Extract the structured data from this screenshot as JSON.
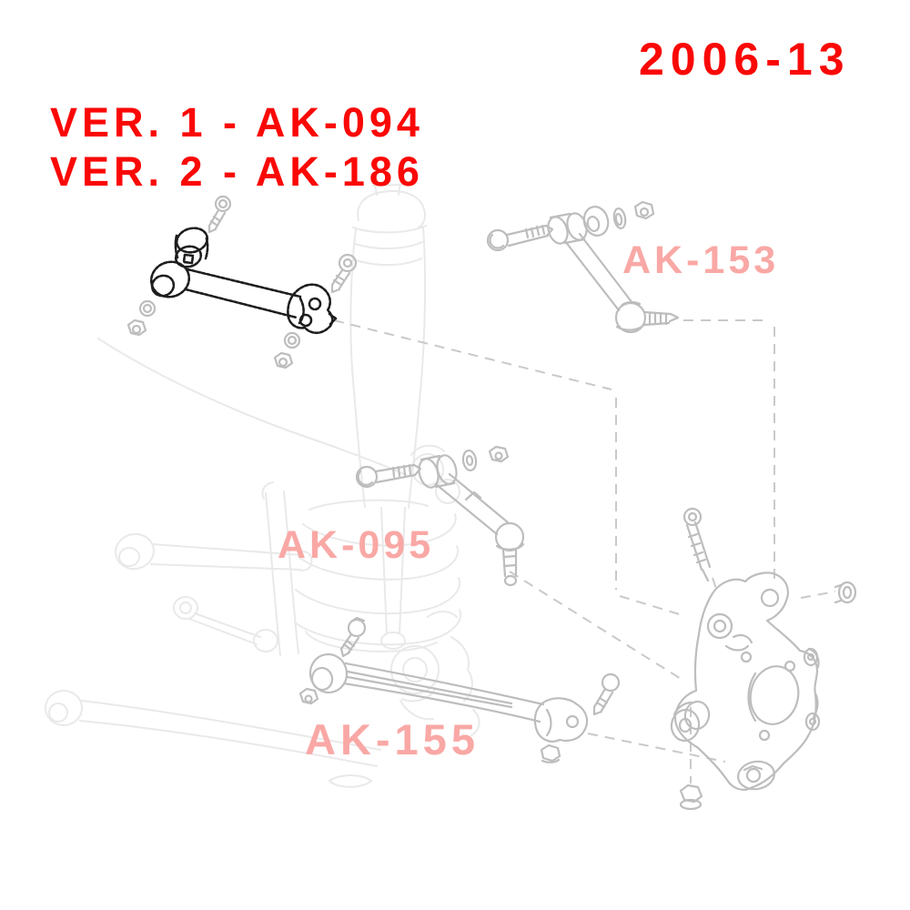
{
  "colors": {
    "bg": "#ffffff",
    "red": "#fa0806",
    "pink": "#f9a8a5",
    "ink": "#1d1d1d",
    "part": "#bdbdbd",
    "faint": "#e9e9e9",
    "dash": "#c9c9c9"
  },
  "labels": {
    "year": "2006-13",
    "ver1": "VER. 1 - AK-094",
    "ver2": "VER. 2 - AK-186",
    "ak153": "AK-153",
    "ak095": "AK-095",
    "ak155": "AK-155"
  },
  "diagram": {
    "kind": "exploded-rear-suspension-parts-diagram",
    "highlighted_part": {
      "name": "adjustable-rear-upper-control-arm",
      "codes": [
        "AK-094",
        "AK-186"
      ],
      "style": "dark-stippled-outline"
    },
    "labeled_parts": [
      {
        "name": "rear-upper-lateral-arm",
        "label": "AK-153",
        "style": "light-gray-outline"
      },
      {
        "name": "rear-mid-lateral-arm",
        "label": "AK-095",
        "style": "light-gray-outline"
      },
      {
        "name": "rear-trailing-arm",
        "label": "AK-155",
        "style": "light-gray-outline"
      }
    ],
    "background_parts": [
      "coilover-shock-and-spring",
      "rear-knuckle",
      "bolts-washers-nuts",
      "dashed-assembly-leader-lines"
    ]
  }
}
